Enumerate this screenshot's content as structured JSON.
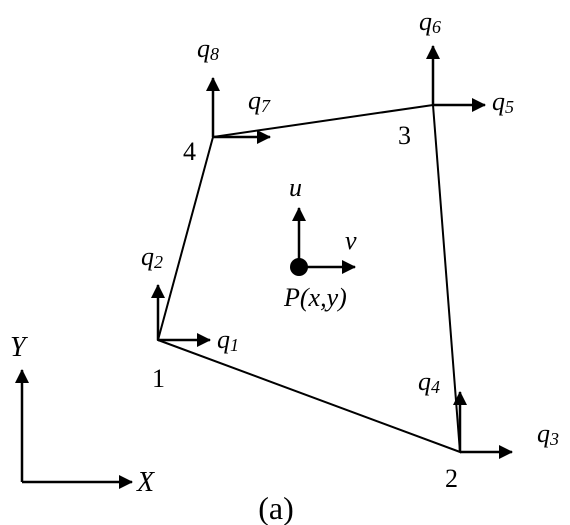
{
  "figure": {
    "caption": "(a)",
    "nodes": [
      {
        "label": "1"
      },
      {
        "label": "2"
      },
      {
        "label": "3"
      },
      {
        "label": "4"
      }
    ],
    "dofs": [
      {
        "base": "q",
        "sub": "1"
      },
      {
        "base": "q",
        "sub": "2"
      },
      {
        "base": "q",
        "sub": "3"
      },
      {
        "base": "q",
        "sub": "4"
      },
      {
        "base": "q",
        "sub": "5"
      },
      {
        "base": "q",
        "sub": "6"
      },
      {
        "base": "q",
        "sub": "7"
      },
      {
        "base": "q",
        "sub": "8"
      }
    ],
    "interior_point": {
      "label": "P(x,y)",
      "u_label": "u",
      "v_label": "v"
    },
    "axes": {
      "x_label": "X",
      "y_label": "Y"
    }
  }
}
